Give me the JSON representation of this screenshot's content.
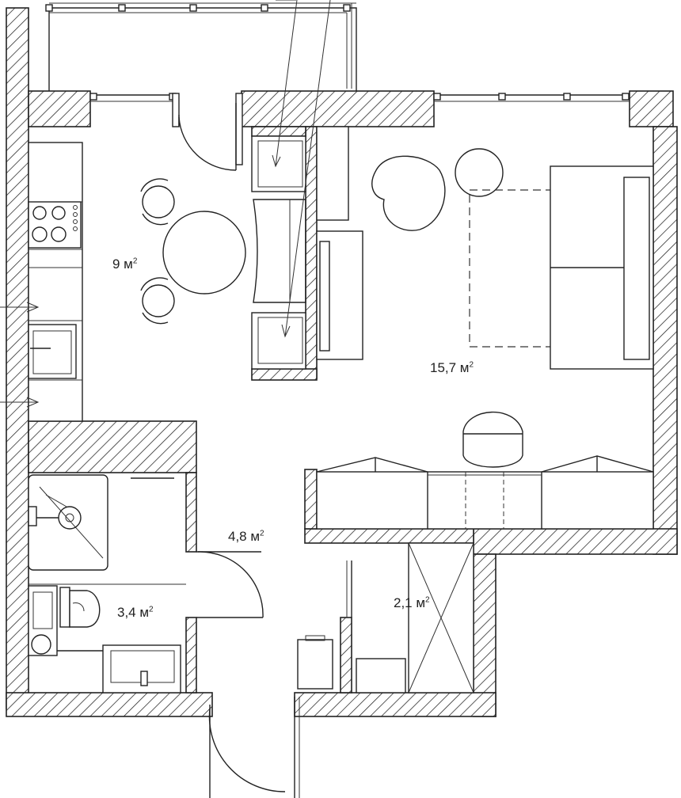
{
  "rooms": [
    {
      "id": "kitchen",
      "area": "9 м",
      "unit_exp": "2"
    },
    {
      "id": "living",
      "area": "15,7 м",
      "unit_exp": "2"
    },
    {
      "id": "hall",
      "area": "4,8 м",
      "unit_exp": "2"
    },
    {
      "id": "bath",
      "area": "3,4 м",
      "unit_exp": "2"
    },
    {
      "id": "storage",
      "area": "2,1 м",
      "unit_exp": "2"
    }
  ],
  "colors": {
    "line": "#222222",
    "background": "#ffffff"
  }
}
